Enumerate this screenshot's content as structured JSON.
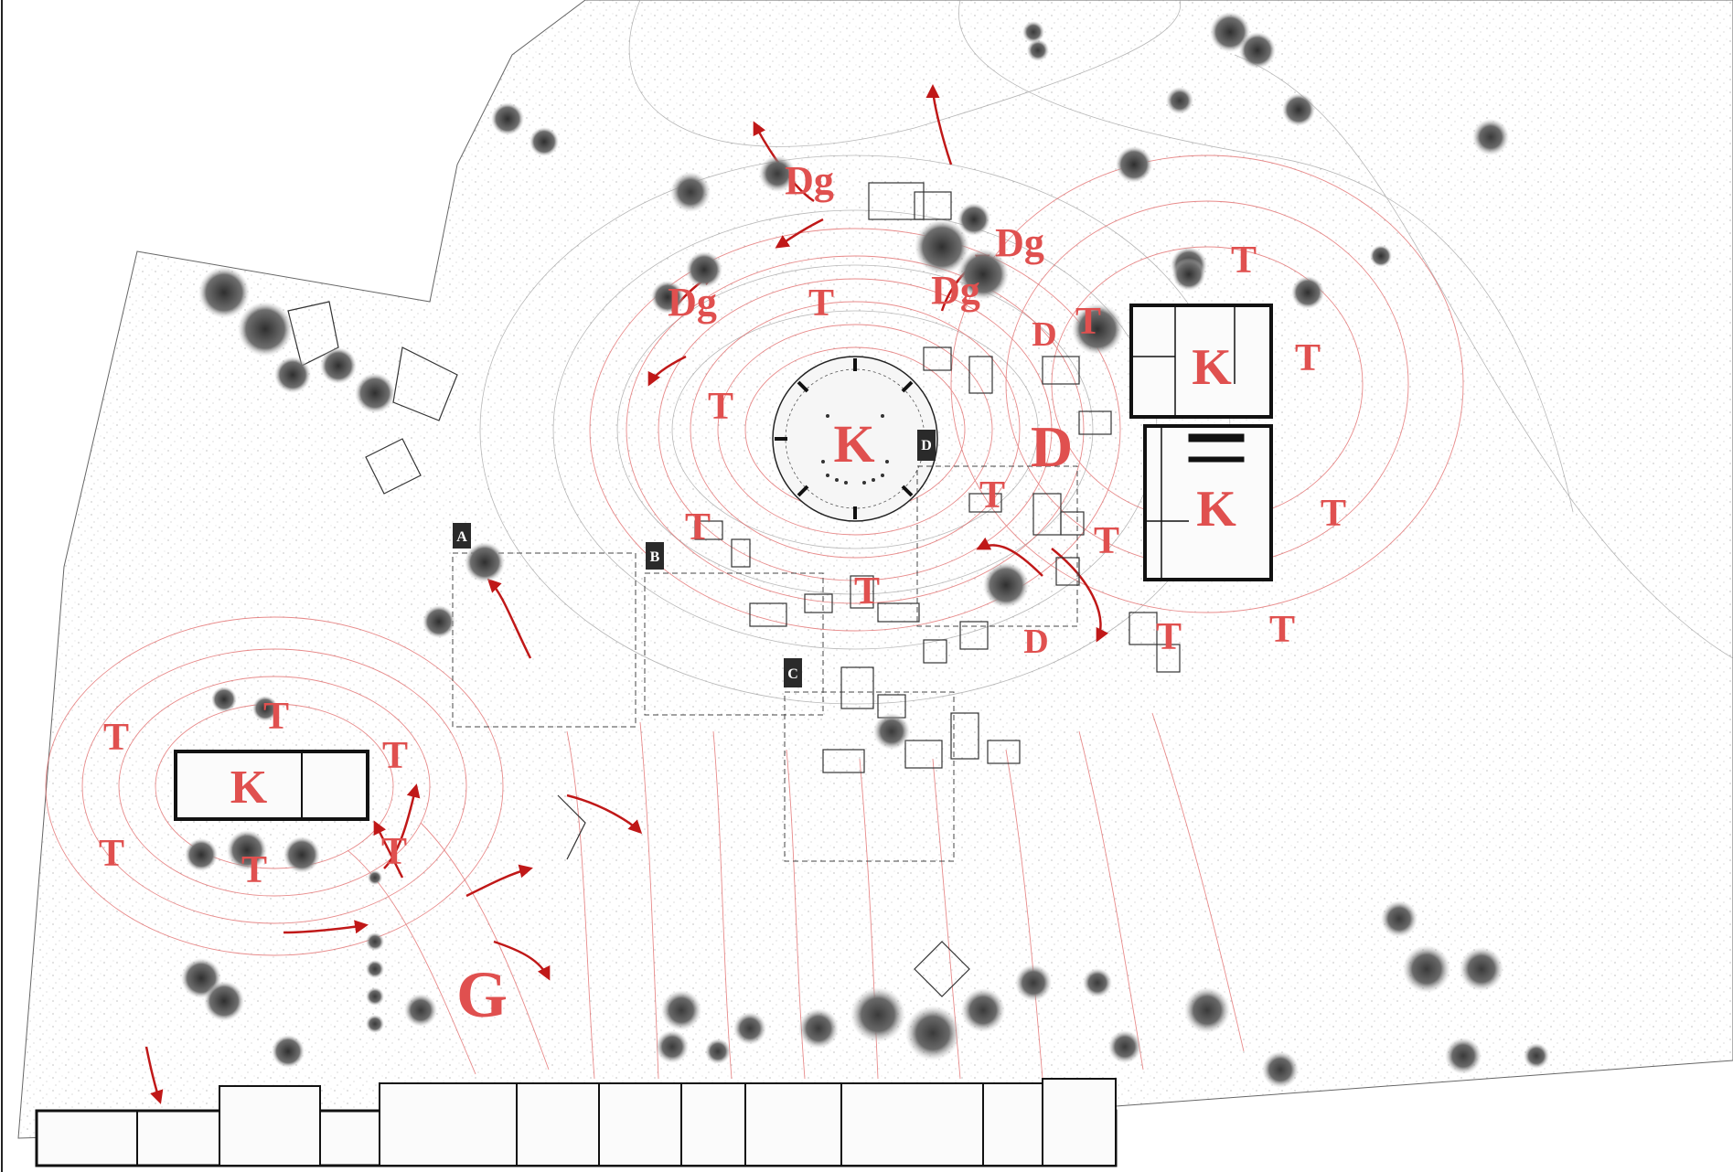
{
  "colors": {
    "label": "#e0504f",
    "flow_line": "#e06464",
    "flow_arrow": "#c01818",
    "building_outline": "#111111",
    "tree": "#555555",
    "marker_fill": "#2a2a2a"
  },
  "labels": {
    "k_center": "K",
    "k_east_top": "K",
    "k_east_bottom": "K",
    "k_west": "K",
    "d_large": "D",
    "d_small_1": "D",
    "d_small_2": "D",
    "g": "G",
    "dg_1": "Dg",
    "dg_2": "Dg",
    "dg_3": "Dg",
    "dg_4": "Dg",
    "t": "T"
  },
  "section_markers": [
    "A",
    "B",
    "C",
    "D"
  ]
}
